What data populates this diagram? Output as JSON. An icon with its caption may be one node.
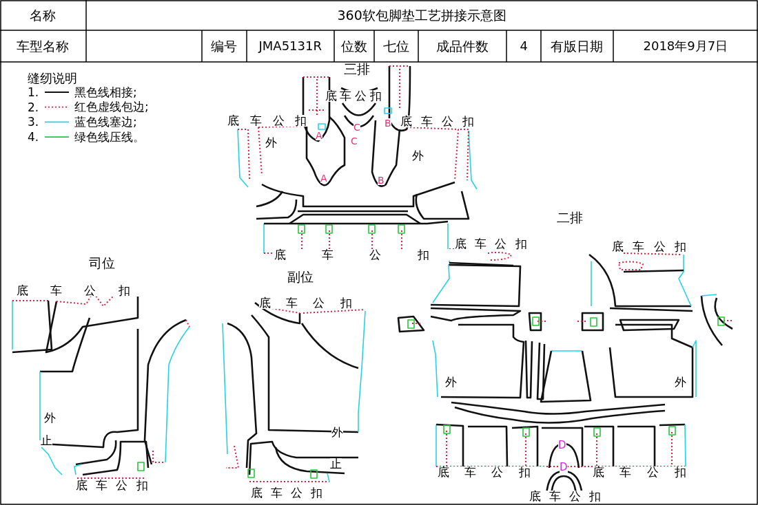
{
  "diagram": {
    "title": "360软包脚垫工艺拼接示意图",
    "labels": [
      "名称",
      "车型名称",
      "编号",
      "JMA5131R",
      "位数",
      "七位",
      "成品件数",
      "4",
      "有版日期",
      "2018年9月7日",
      "缝纫说明",
      "1.",
      "2.",
      "3.",
      "4.",
      "三排",
      "底车公扣",
      "底车公扣",
      "底车公扣",
      "A",
      "C",
      "B",
      "C",
      "外",
      "外",
      "A",
      "B",
      "二排",
      "底车公扣",
      "底车公扣",
      "底车公扣",
      "司位",
      "副位",
      "底车公扣",
      "底车公扣",
      "外",
      "外",
      "外",
      "外",
      "止",
      "D",
      "止",
      "底车公扣",
      "底车公扣",
      "D",
      "底车公扣",
      "底车公扣",
      "底车公扣"
    ],
    "legend": [
      {
        "text": "黑色线相接;"
      },
      {
        "text": "红色虚线包边;"
      },
      {
        "text": "蓝色线塞边;"
      },
      {
        "text": "绿色线压线。"
      }
    ]
  }
}
